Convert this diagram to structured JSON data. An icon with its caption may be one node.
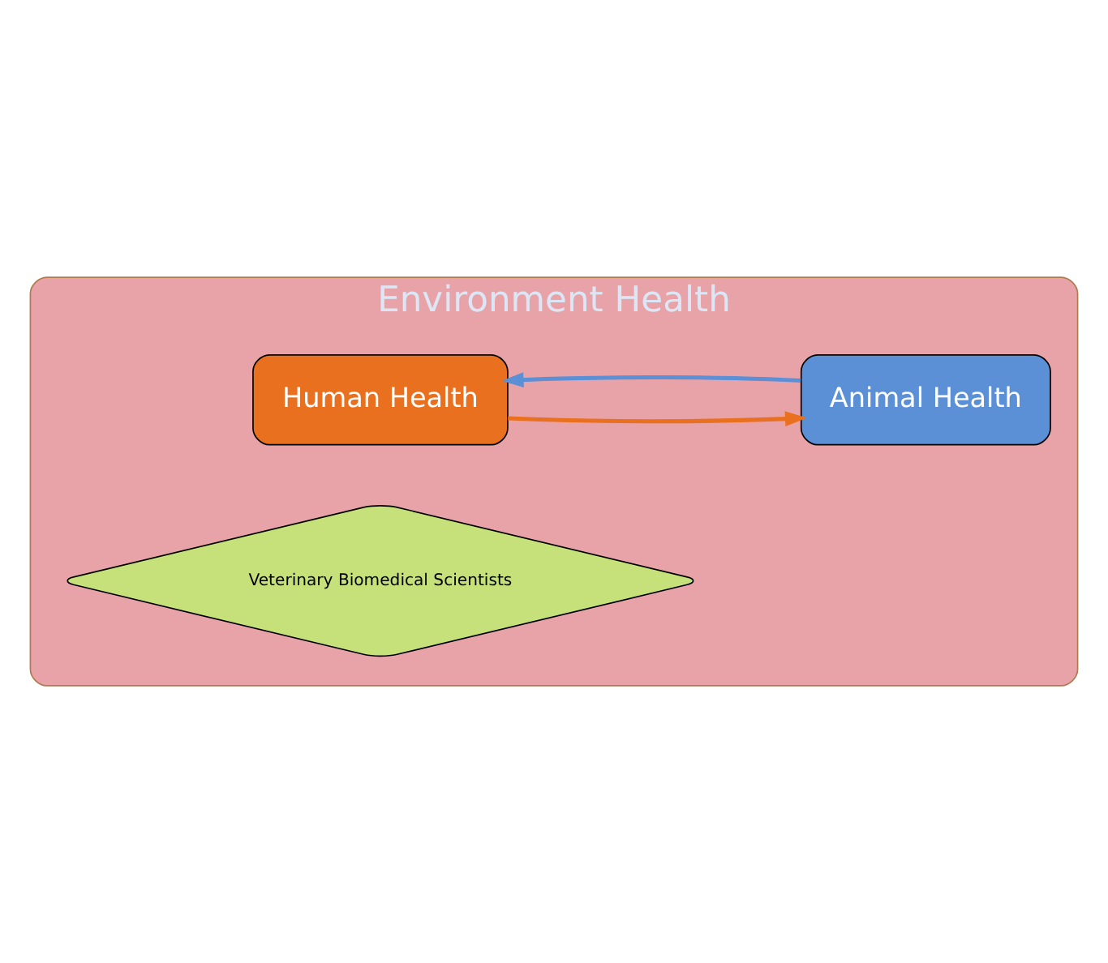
{
  "diagram": {
    "nodes": [
      {
        "text": [
          "Environment Health"
        ]
      },
      {
        "text": [
          "Human Health"
        ],
        "in": 0
      },
      {
        "text": [
          "Animal Health"
        ],
        "in": 0
      },
      {
        "text": [
          "Veterinary Biomedical Scientists"
        ],
        "in": 0
      }
    ],
    "edges": [
      {
        "from": 2,
        "to": 1,
        "arrow": "to",
        "color": "#5b8fd6"
      },
      {
        "from": 1,
        "to": 2,
        "arrow": "to",
        "color": "#e8701f"
      }
    ]
  }
}
